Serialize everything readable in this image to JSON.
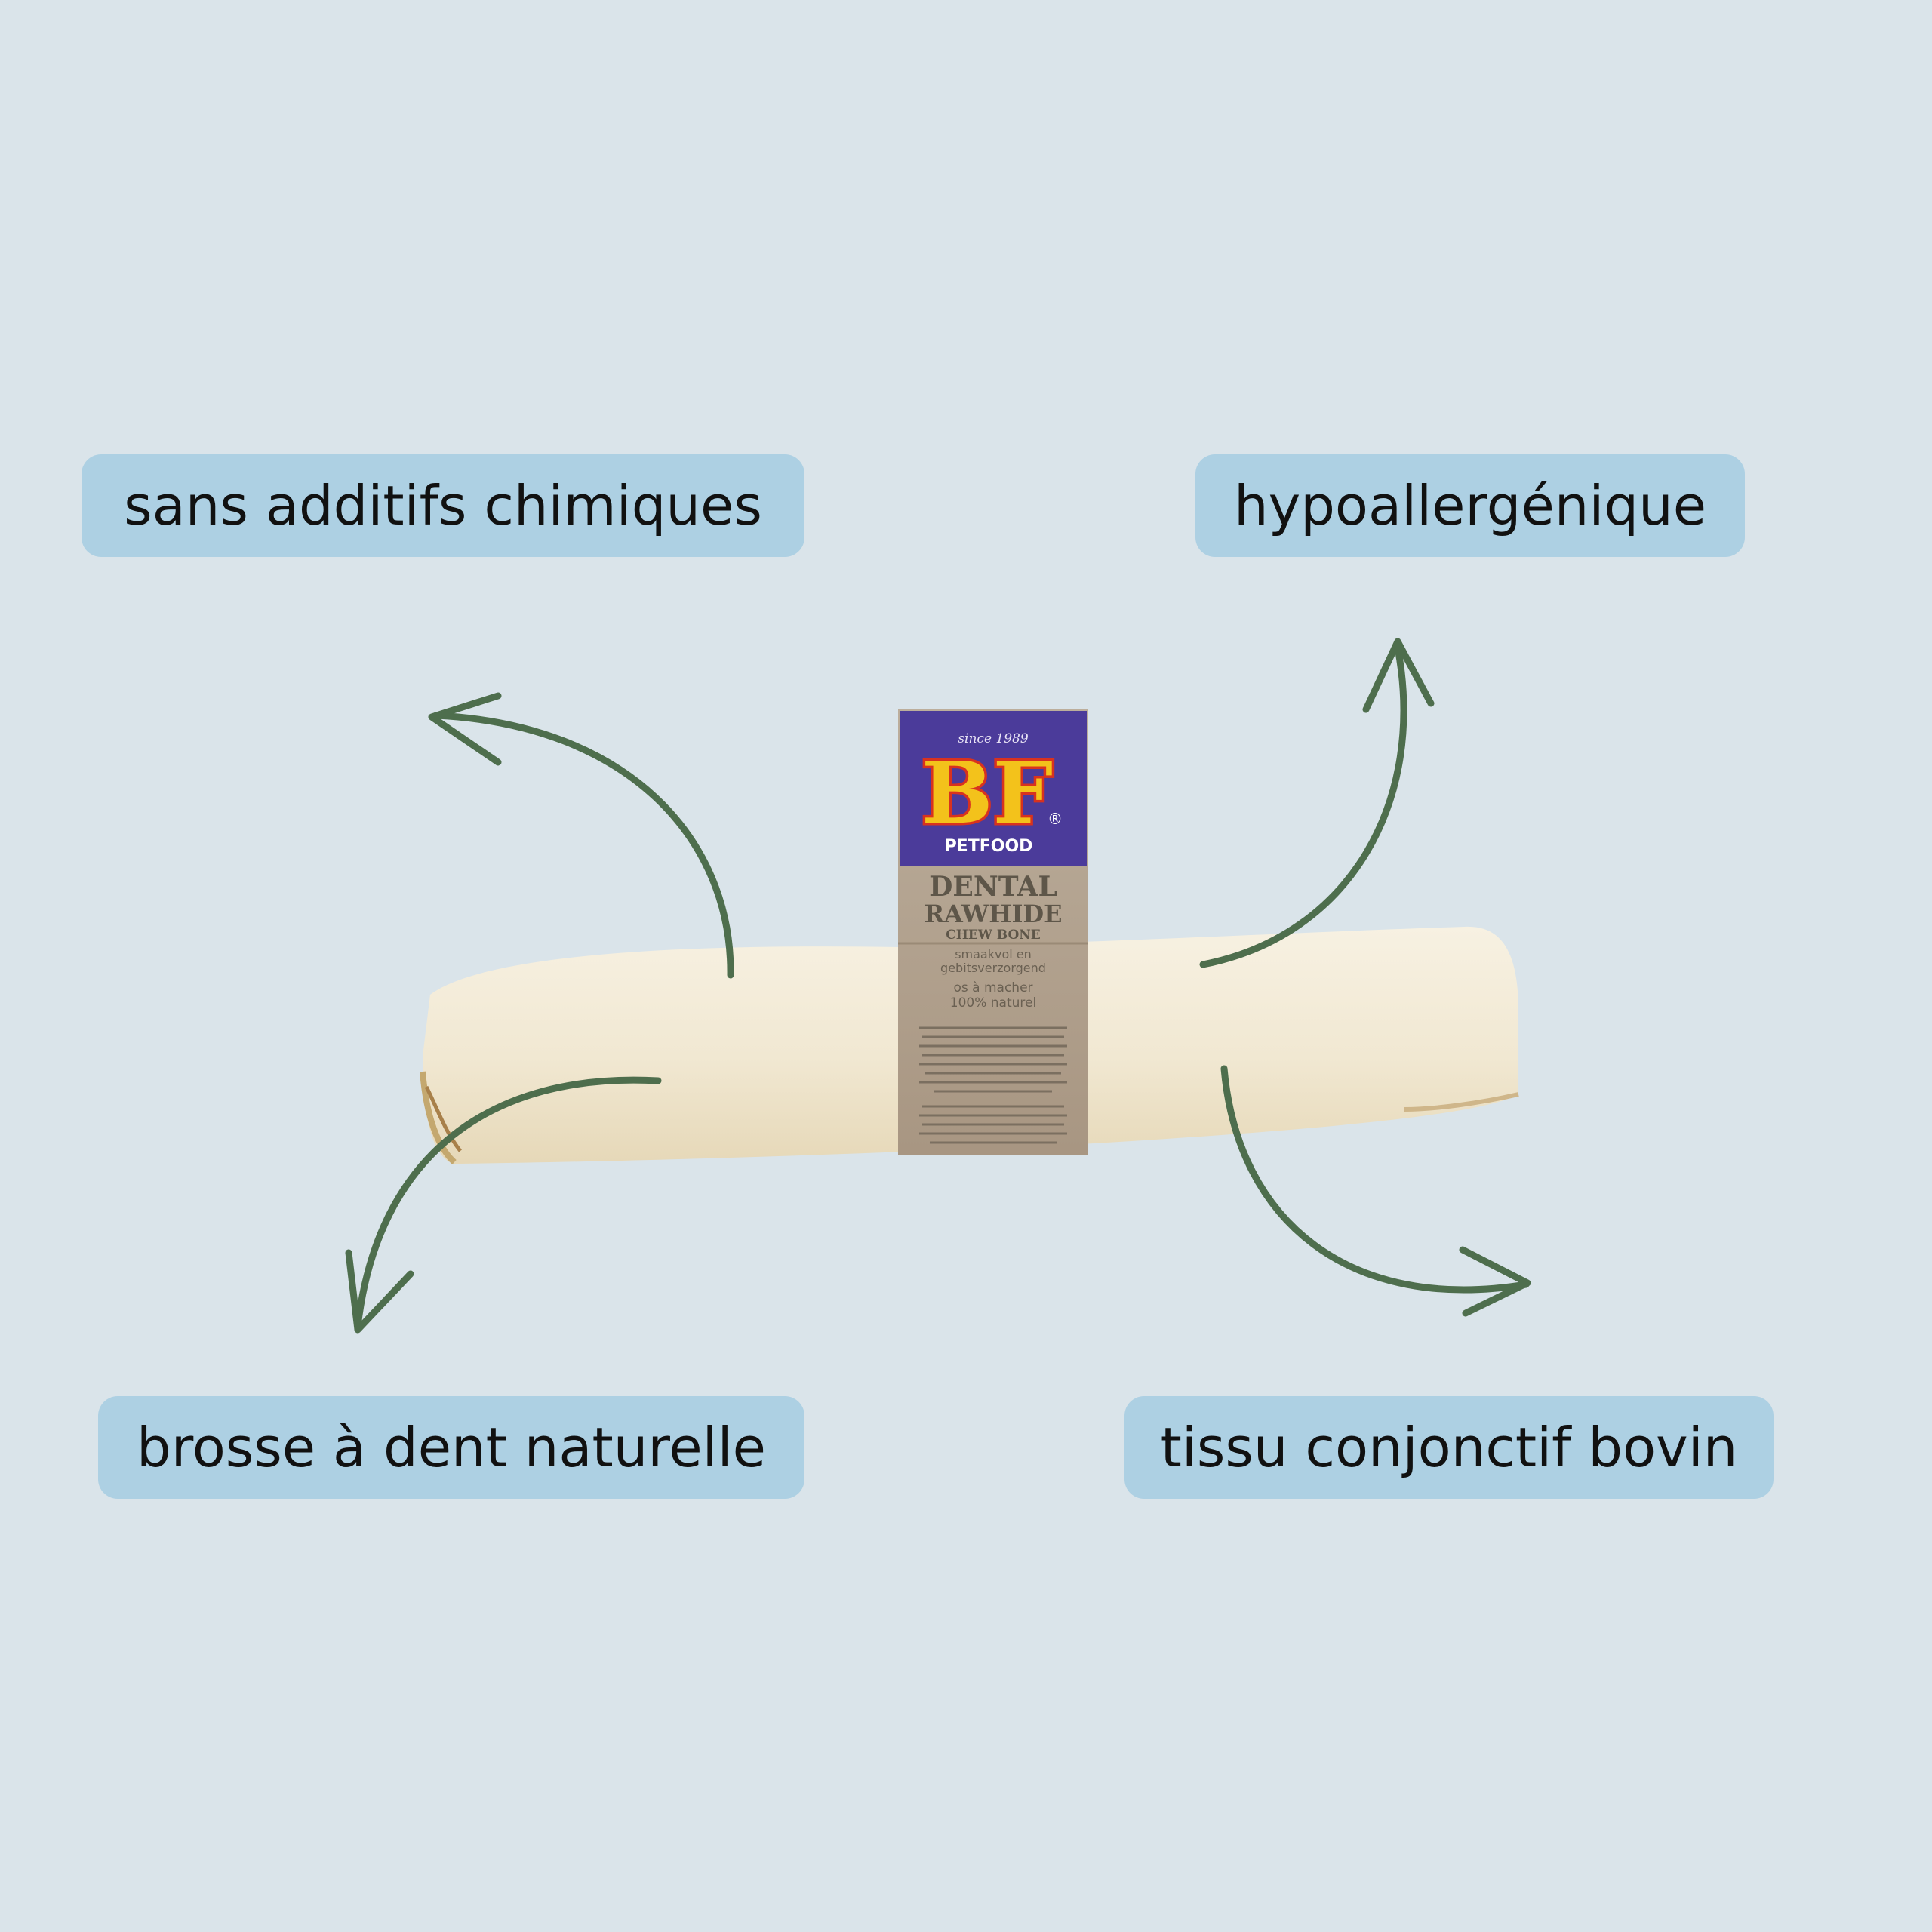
{
  "labels": {
    "top_left": "sans additifs chimiques",
    "top_right": "hypoallergénique",
    "bottom_left": "brosse à dent naturelle",
    "bottom_right": "tissu conjonctif bovin"
  },
  "product": {
    "since": "since 1989",
    "logo": "BF",
    "brand": "PETFOOD",
    "registered": "®",
    "title_line1": "DENTAL",
    "title_line2": "RAWHIDE",
    "title_line3": "CHEW BONE",
    "nl_line1": "smaakvol en",
    "nl_line2": "gebitsverzorgend",
    "fr_line1": "os à macher",
    "fr_line2": "100% naturel"
  },
  "colors": {
    "background": "#dae4ea",
    "pill": "#add0e3",
    "arrow": "#4e6e4d",
    "label_purple": "#4b3b9a",
    "label_kraft": "#b3a594",
    "rawhide": "#f2ead6"
  }
}
